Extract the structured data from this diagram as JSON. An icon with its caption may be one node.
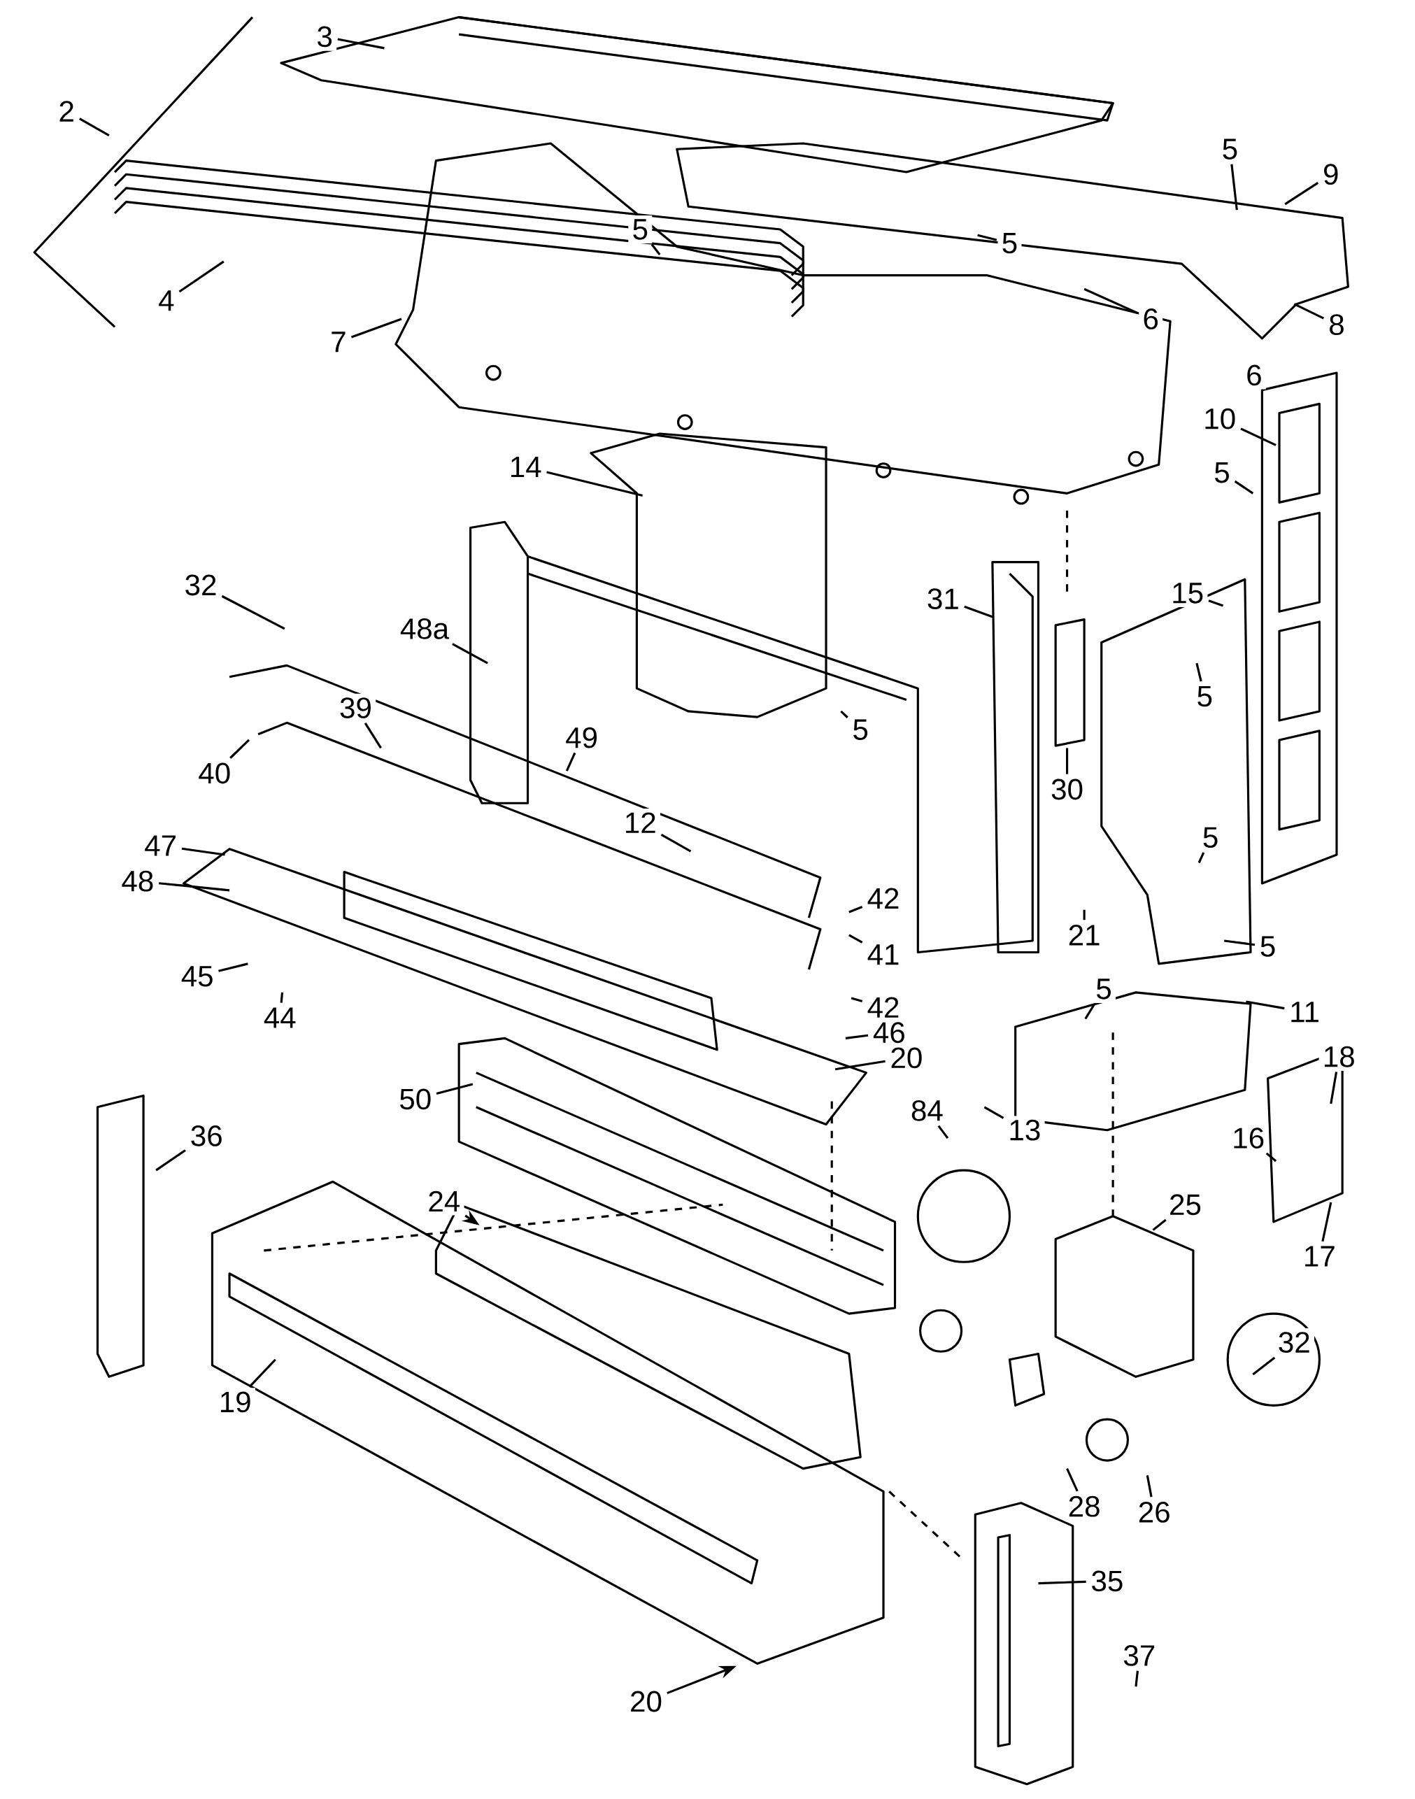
{
  "diagram": {
    "nodes": [
      {
        "text": [
          "2"
        ]
      },
      {
        "text": [
          "3"
        ]
      },
      {
        "text": [
          "4"
        ]
      },
      {
        "text": [
          "5"
        ]
      },
      {
        "text": [
          "9"
        ]
      },
      {
        "text": [
          "5"
        ]
      },
      {
        "text": [
          "5"
        ]
      },
      {
        "text": [
          "6"
        ]
      },
      {
        "text": [
          "8"
        ]
      },
      {
        "text": [
          "7"
        ]
      },
      {
        "text": [
          "6"
        ]
      },
      {
        "text": [
          "10"
        ]
      },
      {
        "text": [
          "5"
        ]
      },
      {
        "text": [
          "14"
        ]
      },
      {
        "text": [
          "32"
        ]
      },
      {
        "text": [
          "48a"
        ]
      },
      {
        "text": [
          "31"
        ]
      },
      {
        "text": [
          "15"
        ]
      },
      {
        "text": [
          "5"
        ]
      },
      {
        "text": [
          "39"
        ]
      },
      {
        "text": [
          "5"
        ]
      },
      {
        "text": [
          "49"
        ]
      },
      {
        "text": [
          "40"
        ]
      },
      {
        "text": [
          "30"
        ]
      },
      {
        "text": [
          "12"
        ]
      },
      {
        "text": [
          "5"
        ]
      },
      {
        "text": [
          "47"
        ]
      },
      {
        "text": [
          "48"
        ]
      },
      {
        "text": [
          "42"
        ]
      },
      {
        "text": [
          "21"
        ]
      },
      {
        "text": [
          "5"
        ]
      },
      {
        "text": [
          "45"
        ]
      },
      {
        "text": [
          "41"
        ]
      },
      {
        "text": [
          "44"
        ]
      },
      {
        "text": [
          "11"
        ]
      },
      {
        "text": [
          "5"
        ]
      },
      {
        "text": [
          "42"
        ]
      },
      {
        "text": [
          "46"
        ]
      },
      {
        "text": [
          "20"
        ]
      },
      {
        "text": [
          "18"
        ]
      },
      {
        "text": [
          "50"
        ]
      },
      {
        "text": [
          "84"
        ]
      },
      {
        "text": [
          "13"
        ]
      },
      {
        "text": [
          "36"
        ]
      },
      {
        "text": [
          "16"
        ]
      },
      {
        "text": [
          "24"
        ]
      },
      {
        "text": [
          "25"
        ]
      },
      {
        "text": [
          "17"
        ]
      },
      {
        "text": [
          "32"
        ]
      },
      {
        "text": [
          "19"
        ]
      },
      {
        "text": [
          "28"
        ]
      },
      {
        "text": [
          "26"
        ]
      },
      {
        "text": [
          "35"
        ]
      },
      {
        "text": [
          "37"
        ]
      },
      {
        "text": [
          "20"
        ]
      }
    ],
    "edges": [
      {
        "from": 0,
        "to": null,
        "arrow": "none"
      },
      {
        "from": 1,
        "to": null,
        "arrow": "none"
      },
      {
        "from": 2,
        "to": null,
        "arrow": "none"
      },
      {
        "from": 3,
        "to": null,
        "arrow": "none"
      },
      {
        "from": 4,
        "to": null,
        "arrow": "none"
      },
      {
        "from": 5,
        "to": null,
        "arrow": "none"
      },
      {
        "from": 6,
        "to": null,
        "arrow": "none"
      },
      {
        "from": 7,
        "to": null,
        "arrow": "none"
      },
      {
        "from": 8,
        "to": null,
        "arrow": "none"
      },
      {
        "from": 9,
        "to": null,
        "arrow": "none"
      },
      {
        "from": 11,
        "to": null,
        "arrow": "none"
      },
      {
        "from": 12,
        "to": null,
        "arrow": "none"
      },
      {
        "from": 13,
        "to": null,
        "arrow": "none"
      },
      {
        "from": 14,
        "to": null,
        "arrow": "none"
      },
      {
        "from": 15,
        "to": null,
        "arrow": "none"
      },
      {
        "from": 16,
        "to": null,
        "arrow": "none"
      },
      {
        "from": 17,
        "to": null,
        "arrow": "none"
      },
      {
        "from": 18,
        "to": null,
        "arrow": "none"
      },
      {
        "from": 19,
        "to": null,
        "arrow": "none"
      },
      {
        "from": 20,
        "to": null,
        "arrow": "none"
      },
      {
        "from": 21,
        "to": null,
        "arrow": "none"
      },
      {
        "from": 22,
        "to": null,
        "arrow": "none"
      },
      {
        "from": 23,
        "to": null,
        "arrow": "none"
      },
      {
        "from": 24,
        "to": null,
        "arrow": "none"
      },
      {
        "from": 25,
        "to": null,
        "arrow": "none"
      },
      {
        "from": 26,
        "to": null,
        "arrow": "none"
      },
      {
        "from": 27,
        "to": null,
        "arrow": "none"
      },
      {
        "from": 28,
        "to": null,
        "arrow": "none"
      },
      {
        "from": 29,
        "to": null,
        "arrow": "none"
      },
      {
        "from": 30,
        "to": null,
        "arrow": "none"
      },
      {
        "from": 31,
        "to": null,
        "arrow": "none"
      },
      {
        "from": 32,
        "to": null,
        "arrow": "none"
      },
      {
        "from": 33,
        "to": null,
        "arrow": "none"
      },
      {
        "from": 34,
        "to": null,
        "arrow": "none"
      },
      {
        "from": 35,
        "to": null,
        "arrow": "none"
      },
      {
        "from": 36,
        "to": null,
        "arrow": "none"
      },
      {
        "from": 37,
        "to": null,
        "arrow": "none"
      },
      {
        "from": 38,
        "to": null,
        "arrow": "none"
      },
      {
        "from": 39,
        "to": null,
        "arrow": "none"
      },
      {
        "from": 40,
        "to": null,
        "arrow": "none"
      },
      {
        "from": 41,
        "to": null,
        "arrow": "none"
      },
      {
        "from": 42,
        "to": null,
        "arrow": "none"
      },
      {
        "from": 43,
        "to": null,
        "arrow": "none"
      },
      {
        "from": 44,
        "to": null,
        "arrow": "none"
      },
      {
        "from": 45,
        "to": null,
        "arrow": "to"
      },
      {
        "from": 46,
        "to": null,
        "arrow": "none"
      },
      {
        "from": 47,
        "to": null,
        "arrow": "none"
      },
      {
        "from": 48,
        "to": null,
        "arrow": "none"
      },
      {
        "from": 49,
        "to": null,
        "arrow": "none"
      },
      {
        "from": 50,
        "to": null,
        "arrow": "none"
      },
      {
        "from": 51,
        "to": null,
        "arrow": "none"
      },
      {
        "from": 52,
        "to": null,
        "arrow": "none"
      },
      {
        "from": 53,
        "to": null,
        "arrow": "none"
      },
      {
        "from": 54,
        "to": null,
        "arrow": "to"
      }
    ]
  }
}
